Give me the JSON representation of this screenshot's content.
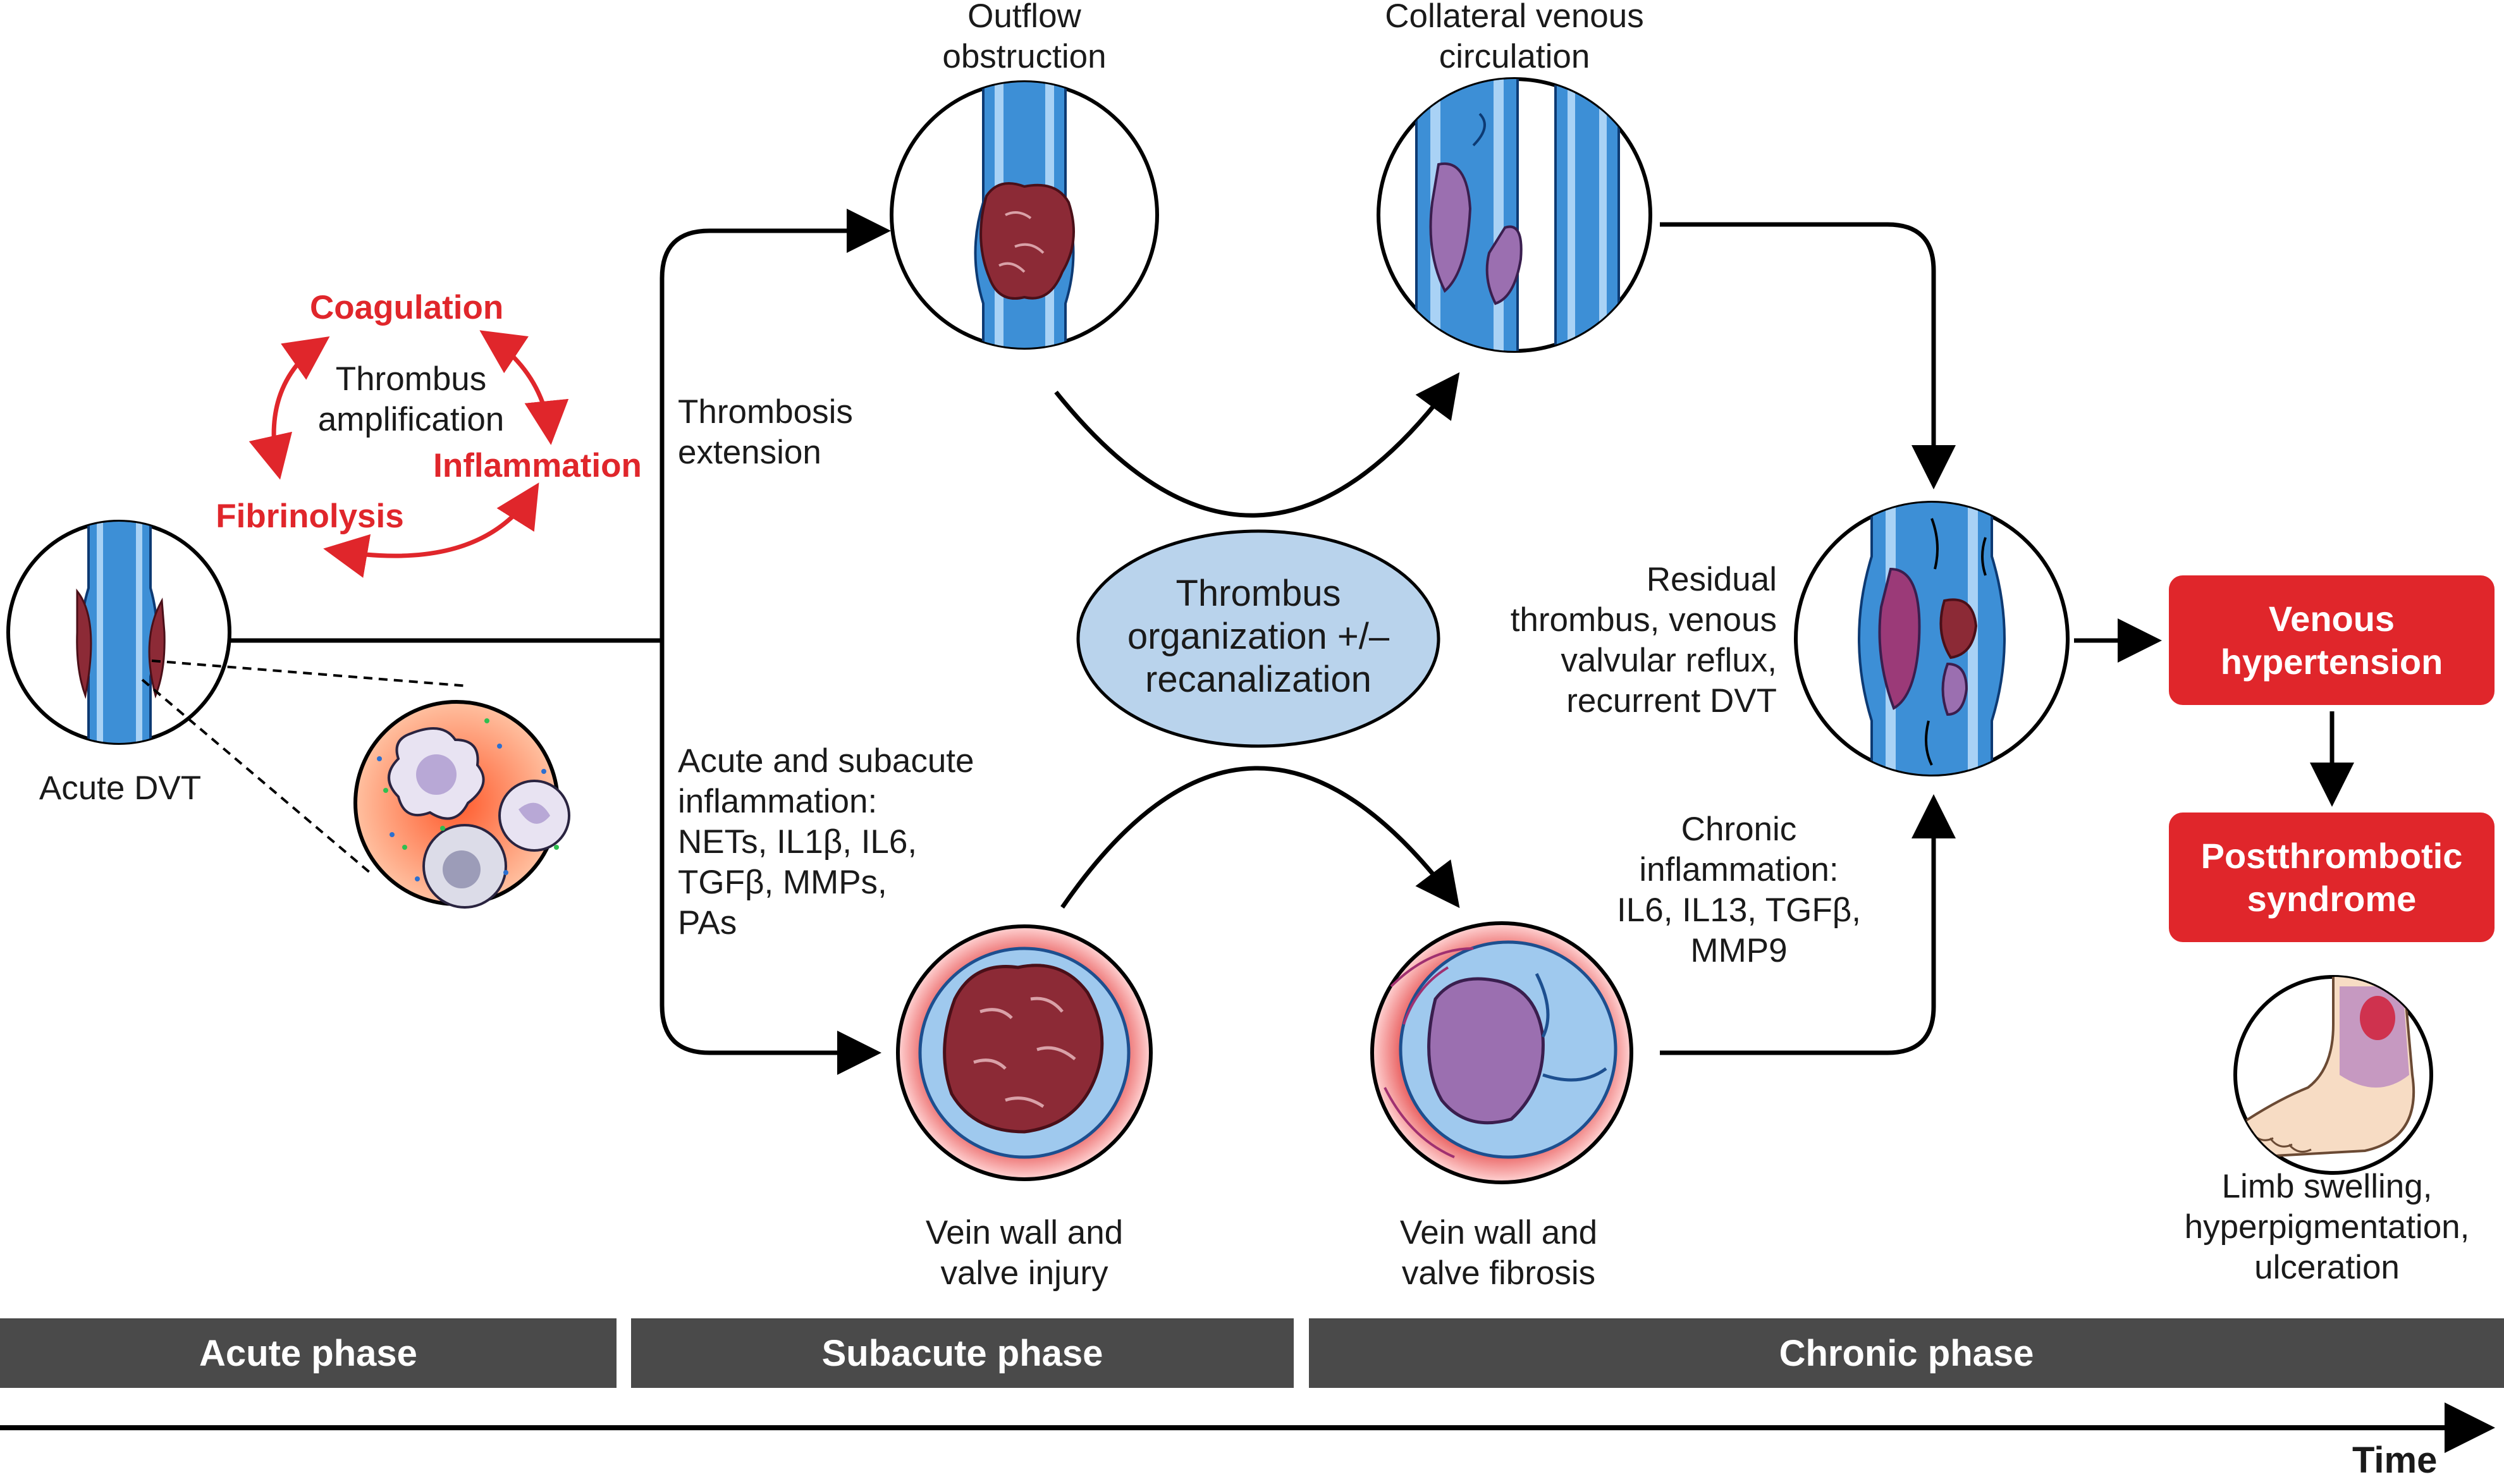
{
  "cycle": {
    "coagulation": "Coagulation",
    "inflammation": "Inflammation",
    "fibrinolysis": "Fibrinolysis",
    "center": "Thrombus\namplification"
  },
  "acute_dvt": "Acute DVT",
  "thrombosis_extension": "Thrombosis\nextension",
  "acute_inflammation": "Acute and subacute\ninflammation:\nNETs, IL1β, IL6,\nTGFβ, MMPs,\nPAs",
  "outflow": "Outflow\nobstruction",
  "collateral": "Collateral venous\ncirculation",
  "center_ellipse": "Thrombus\norganization +/–\nrecanalization",
  "vein_injury": "Vein wall and\nvalve injury",
  "vein_fibrosis": "Vein wall and\nvalve fibrosis",
  "chronic_inflammation": "Chronic\ninflammation:\nIL6, IL13, TGFβ,\nMMP9",
  "residual": "Residual\nthrombus, venous\nvalvular reflux,\nrecurrent DVT",
  "venous_hypertension": "Venous\nhypertension",
  "postthrombotic": "Postthrombotic\nsyndrome",
  "limb": "Limb swelling,\nhyperpigmentation,\nulceration",
  "phases": {
    "acute": "Acute phase",
    "subacute": "Subacute phase",
    "chronic": "Chronic phase"
  },
  "time": "Time",
  "colors": {
    "accent_red": "#e0262b",
    "phase_bar": "#4a4a4a",
    "vein_blue": "#3d8fd6",
    "thrombus": "#8c2a36",
    "organized_thrombus": "#9b6fb0",
    "ellipse": "#b9d3ec"
  }
}
